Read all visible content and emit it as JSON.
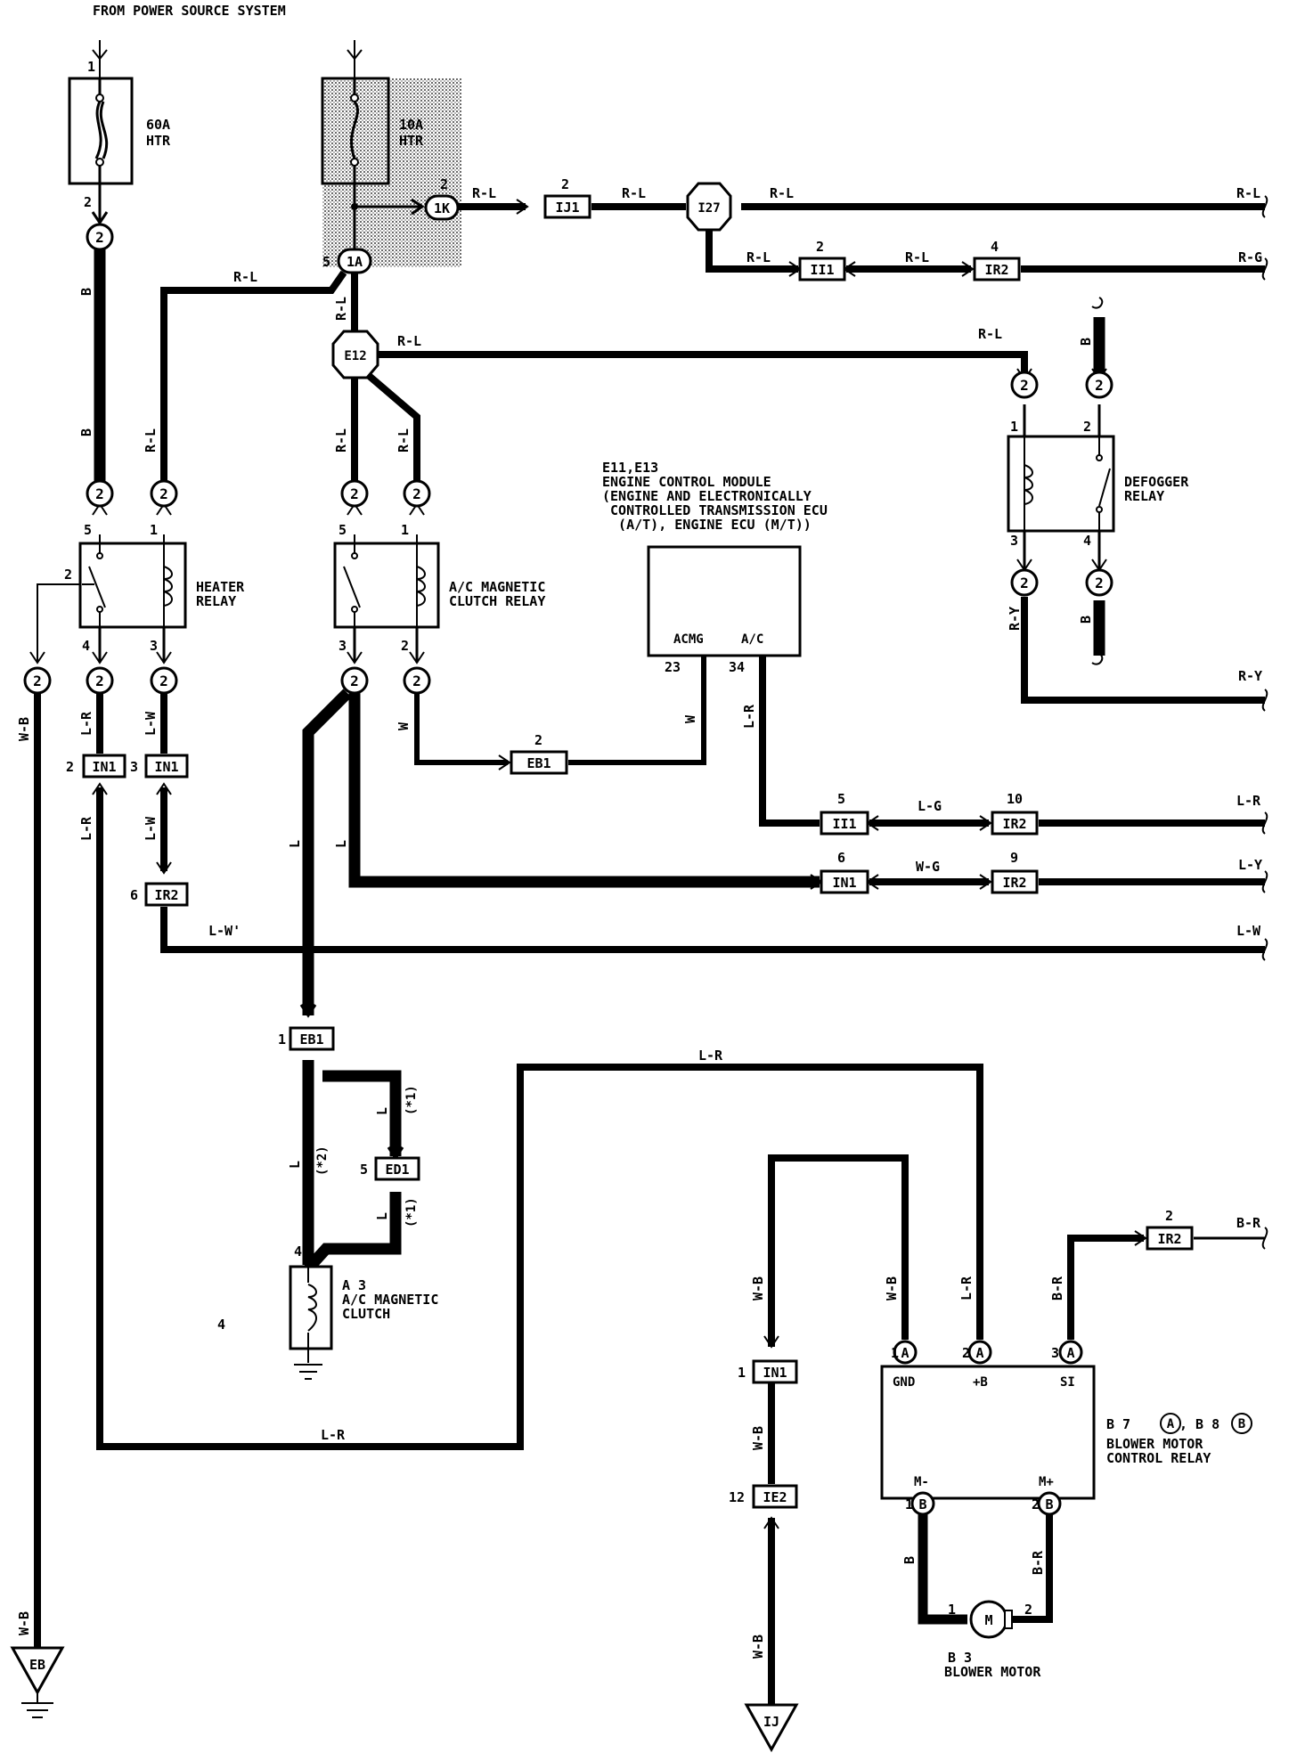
{
  "title": "FROM POWER SOURCE SYSTEM",
  "fuses": {
    "htr60": {
      "pin_in": "1",
      "pin_out": "2",
      "rating": "60A",
      "name": "HTR"
    },
    "htr10": {
      "rating": "10A",
      "name": "HTR"
    }
  },
  "connectors": {
    "c1K": "1K",
    "c1A": "1A",
    "pin_1A": "5",
    "pin_1K": "2",
    "ij1": "IJ1",
    "ij1_pin": "2",
    "i27": "I27",
    "e12": "E12",
    "ii1a": "II1",
    "ii1a_pin": "2",
    "ir2a": "IR2",
    "ir2a_pin": "4",
    "eb1a": "EB1",
    "eb1a_pin": "2",
    "ii1b": "II1",
    "ii1b_pin": "5",
    "ir2b": "IR2",
    "ir2b_pin": "10",
    "in1a": "IN1",
    "in1a_pin": "6",
    "ir2c": "IR2",
    "ir2c_pin": "9",
    "in1b": "IN1",
    "in1b_pin": "2",
    "in1c": "IN1",
    "in1c_pin": "3",
    "ir2d": "IR2",
    "ir2d_pin": "6",
    "eb1b": "EB1",
    "eb1b_pin": "1",
    "ed1": "ED1",
    "ed1_pin": "5",
    "ir2e": "IR2",
    "ir2e_pin": "2",
    "in1d": "IN1",
    "in1d_pin": "1",
    "ie2": "IE2",
    "ie2_pin": "12",
    "ground_eb": "EB",
    "ground_ij": "IJ",
    "circle2": "2",
    "circA": "A",
    "circB": "B"
  },
  "wires": {
    "RL": "R-L",
    "RG": "R-G",
    "RY": "R-Y",
    "B": "B",
    "LR": "L-R",
    "LW": "L-W",
    "LW2": "L-W'",
    "WB": "W-B",
    "W": "W",
    "L": "L",
    "LG": "L-G",
    "WG": "W-G",
    "LY": "L-Y",
    "BR": "B-R",
    "e1": "(*1)",
    "e2": "(*2)"
  },
  "pins": {
    "p1": "1",
    "p2": "2",
    "p3": "3",
    "p4": "4",
    "p5": "5",
    "p12": "12",
    "p23": "23",
    "p34": "34",
    "misc4": "4"
  },
  "components": {
    "heater_relay": [
      "HEATER",
      "RELAY"
    ],
    "ac_relay": [
      "A/C MAGNETIC",
      "CLUTCH RELAY"
    ],
    "defogger_relay": [
      "DEFOGGER",
      "RELAY"
    ],
    "ecm": {
      "ref": "E11,E13",
      "lines": [
        "ENGINE CONTROL MODULE",
        "(ENGINE AND ELECTRONICALLY",
        " CONTROLLED TRANSMISSION ECU",
        "  (A/T), ENGINE ECU (M/T))"
      ],
      "pin_acmg": "ACMG",
      "pin_ac": "A/C"
    },
    "ac_clutch": {
      "ref": "A 3",
      "lines": [
        "A/C MAGNETIC",
        "CLUTCH"
      ]
    },
    "blower_relay": {
      "ref": "B 7",
      "ref_a": "A",
      "ref_mid": ", B 8",
      "ref_b": "B",
      "lines": [
        "BLOWER MOTOR",
        "CONTROL RELAY"
      ],
      "gnd": "GND",
      "plusb": "+B",
      "si": "SI",
      "mminus": "M-",
      "mplus": "M+"
    },
    "blower_motor": {
      "ref": "B 3",
      "name": "BLOWER MOTOR",
      "symbol": "M"
    }
  }
}
